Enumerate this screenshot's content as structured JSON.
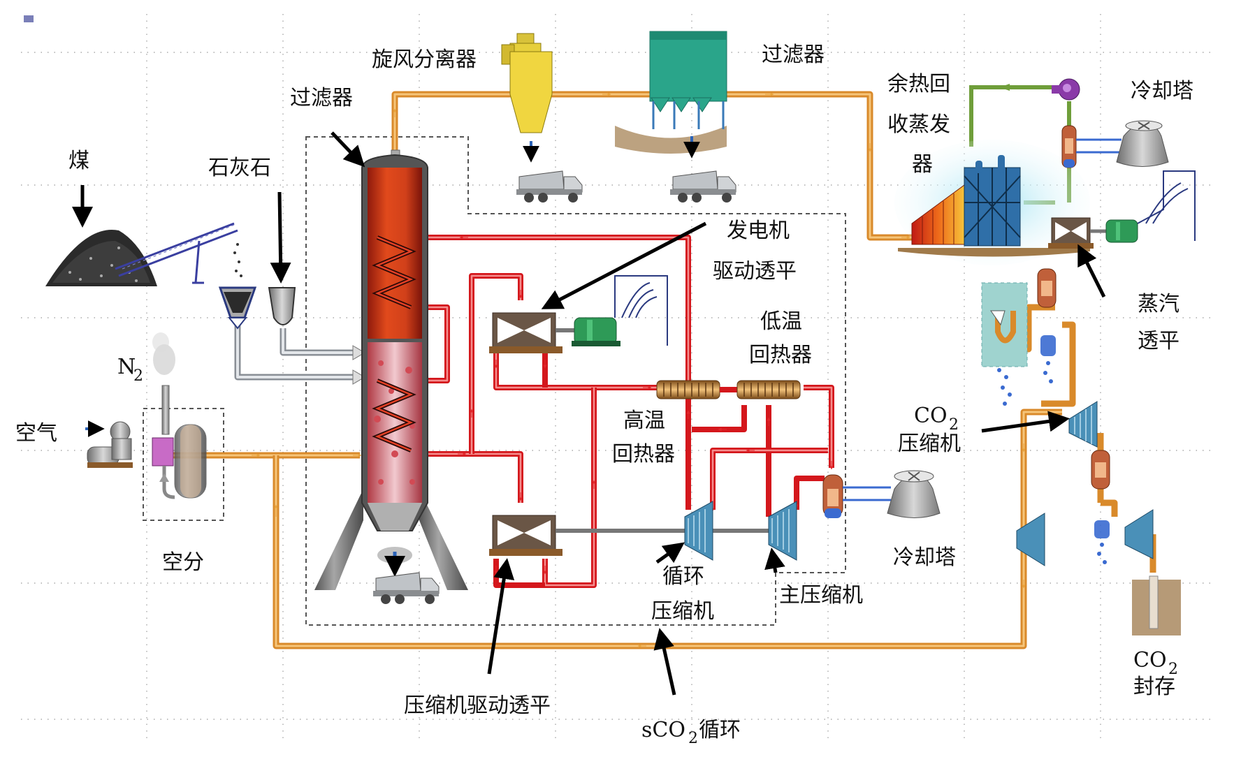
{
  "labels": {
    "coal": "煤",
    "limestone": "石灰石",
    "n2": "N",
    "n2_sub": "2",
    "air": "空气",
    "asu": "空分",
    "cyclone": "旋风分离器",
    "filter_top": "过滤器",
    "filter_furnace": "过滤器",
    "hrsg_line1": "余热回",
    "hrsg_line2": "收蒸发",
    "hrsg_line3": "器",
    "cooling_tower_top": "冷却塔",
    "generator_line1": "发电机",
    "generator_line2": "驱动透平",
    "lt_recup_line1": "低温",
    "lt_recup_line2": "回热器",
    "ht_recup_line1": "高温",
    "ht_recup_line2": "回热器",
    "steam_turbine_line1": "蒸汽",
    "steam_turbine_line2": "透平",
    "co2_comp_co": "CO",
    "co2_comp_sub": "2",
    "co2_comp_line2": "压缩机",
    "cooling_tower_bottom": "冷却塔",
    "recirc_comp_line1": "循环",
    "recirc_comp_line2": "压缩机",
    "main_comp": "主压缩机",
    "comp_turbine": "压缩机驱动透平",
    "sco2_s": "sCO",
    "sco2_sub": "2",
    "sco2_rest": "循环",
    "storage_co": "CO",
    "storage_sub": "2",
    "storage_line2": "封存"
  },
  "colors": {
    "co2_pipe": "#d98a2b",
    "sco2_pipe": "#d4171c",
    "water_pipe": "#6f9e3a",
    "solid_pipe": "#8a8f96",
    "arrow_flow": "#e8a33c",
    "drop_arrow": "#2b63b8",
    "turbo_blade": "#4a90b8",
    "motor": "#2e9a57"
  },
  "icons": [
    "coal-pile-icon",
    "conveyor-icon",
    "hopper-icon",
    "dump-truck-icon",
    "cyclone-icon",
    "baghouse-filter-icon",
    "furnace-icon",
    "heat-exchanger-icon",
    "turbine-icon",
    "compressor-icon",
    "generator-icon",
    "power-line-icon",
    "cooling-tower-icon",
    "pump-icon",
    "storage-well-icon"
  ]
}
